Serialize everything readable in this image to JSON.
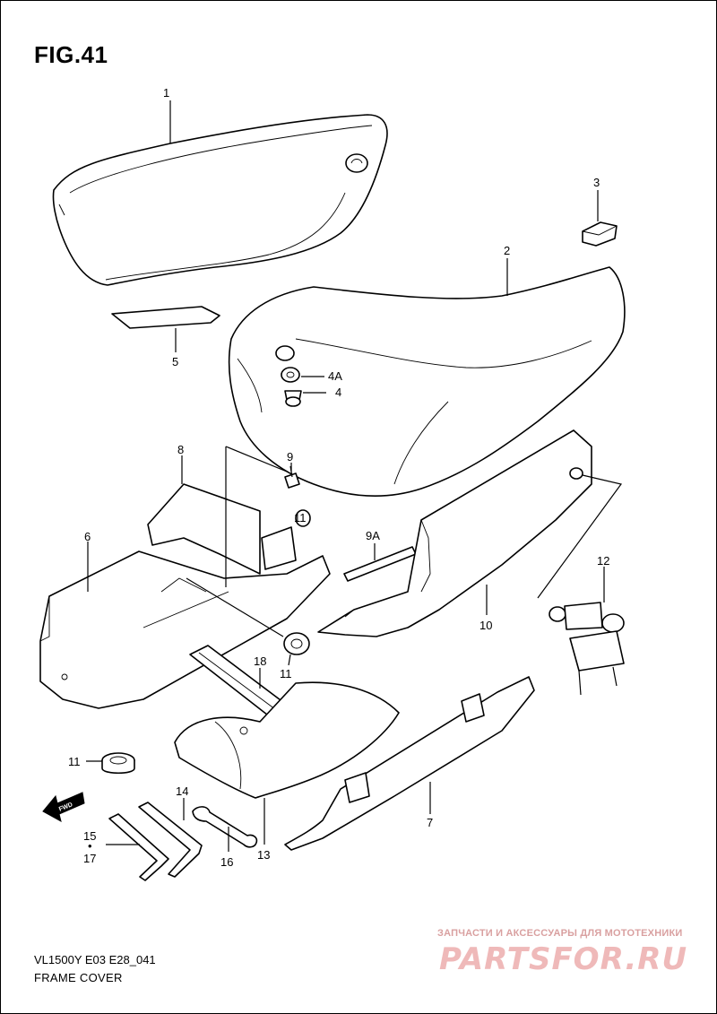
{
  "figure": {
    "title": "FIG.41"
  },
  "callouts": [
    "1",
    "2",
    "3",
    "4A",
    "4",
    "5",
    "6",
    "7",
    "8",
    "9",
    "9A",
    "10",
    "11",
    "11",
    "11",
    "12",
    "13",
    "14",
    "15",
    "•",
    "17",
    "16",
    "18"
  ],
  "fwd_label": "FWD",
  "footer": {
    "model_code": "VL1500Y E03 E28_041",
    "caption": "FRAME COVER"
  },
  "watermark": {
    "tagline": "ЗАПЧАСТИ И АКСЕССУАРЫ ДЛЯ МОТОТЕХНИКИ",
    "logo": "PARTSFOR.RU"
  }
}
